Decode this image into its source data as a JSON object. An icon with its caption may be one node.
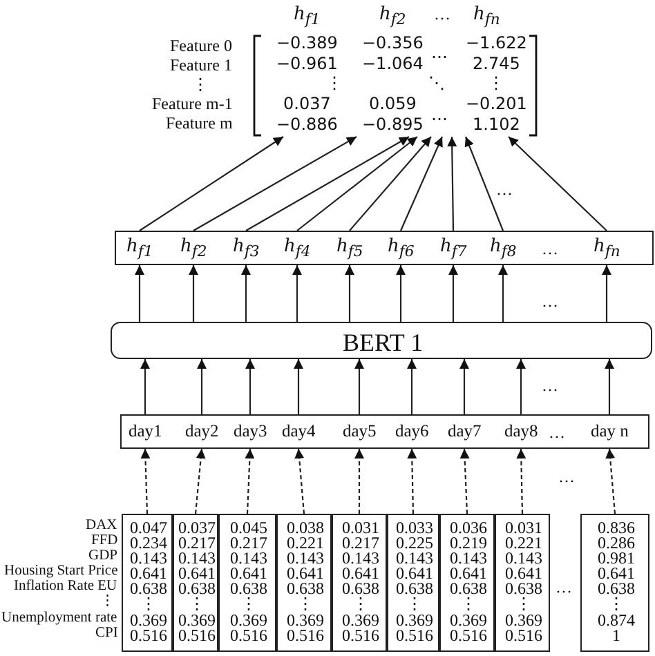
{
  "diagram": {
    "nodes": [
      {
        "text": [
          "−0.389",
          "−0.356",
          "…",
          "−1.622",
          "−0.961",
          "−1.064",
          "2.745",
          "⋮",
          "⋱",
          "⋮",
          "0.037",
          "0.059",
          "…",
          "−0.201",
          "−0.886",
          "−0.895",
          "1.102"
        ]
      },
      {
        "text": [
          "…"
        ]
      },
      {
        "text": [
          "h$_{f1}$"
        ],
        "in": 1
      },
      {
        "text": [
          "h$_{f2}$"
        ],
        "in": 1
      },
      {
        "text": [
          "h$_{f3}$"
        ],
        "in": 1
      },
      {
        "text": [
          "h$_{f4}$"
        ],
        "in": 1
      },
      {
        "text": [
          "h$_{f5}$"
        ],
        "in": 1
      },
      {
        "text": [
          "h$_{f6}$"
        ],
        "in": 1
      },
      {
        "text": [
          "h$_{f7}$"
        ],
        "in": 1
      },
      {
        "text": [
          "h$_{f8}$"
        ],
        "in": 1
      },
      {
        "text": [
          "h$_{fn}$"
        ],
        "in": 1
      },
      {
        "text": [
          "BERT 1"
        ]
      },
      {
        "text": [
          "…"
        ]
      },
      {
        "text": [
          "day1"
        ],
        "in": 12
      },
      {
        "text": [
          "day2"
        ],
        "in": 12
      },
      {
        "text": [
          "day3"
        ],
        "in": 12
      },
      {
        "text": [
          "day4"
        ],
        "in": 12
      },
      {
        "text": [
          "day5"
        ],
        "in": 12
      },
      {
        "text": [
          "day6"
        ],
        "in": 12
      },
      {
        "text": [
          "day7"
        ],
        "in": 12
      },
      {
        "text": [
          "day8"
        ],
        "in": 12
      },
      {
        "text": [
          "day n"
        ],
        "in": 12
      },
      {
        "text": [
          "0.047",
          "0.234",
          "0.143",
          "0.641",
          "0.638",
          "⋮",
          "0.369",
          "0.516"
        ]
      },
      {
        "text": [
          "0.037",
          "0.217",
          "0.143",
          "0.641",
          "0.638",
          "⋮",
          "0.369",
          "0.516"
        ]
      },
      {
        "text": [
          "0.045",
          "0.217",
          "0.143",
          "0.641",
          "0.638",
          "⋮",
          "0.369",
          "0.516"
        ]
      },
      {
        "text": [
          "0.038",
          "0.221",
          "0.143",
          "0.641",
          "0.638",
          "⋮",
          "0.369",
          "0.516"
        ]
      },
      {
        "text": [
          "0.031",
          "0.217",
          "0.143",
          "0.641",
          "0.638",
          "⋮",
          "0.369",
          "0.516"
        ]
      },
      {
        "text": [
          "0.033",
          "0.225",
          "0.143",
          "0.641",
          "0.638",
          "⋮",
          "0.369",
          "0.516"
        ]
      },
      {
        "text": [
          "0.036",
          "0.219",
          "0.143",
          "0.641",
          "0.638",
          "⋮",
          "0.369",
          "0.516"
        ]
      },
      {
        "text": [
          "0.031",
          "0.221",
          "0.143",
          "0.641",
          "0.638",
          "⋮",
          "0.369",
          "0.516"
        ]
      },
      {
        "text": [
          "0.836",
          "0.286",
          "0.981",
          "0.641",
          "0.638",
          "⋮",
          "0.874",
          "1"
        ]
      }
    ],
    "edges": [
      {
        "from": 2,
        "to": 0,
        "arrow": "to"
      },
      {
        "from": 3,
        "to": 0,
        "arrow": "to"
      },
      {
        "from": 4,
        "to": 0,
        "arrow": "to"
      },
      {
        "from": 5,
        "to": 0,
        "arrow": "to"
      },
      {
        "from": 6,
        "to": 0,
        "arrow": "to"
      },
      {
        "from": 7,
        "to": 0,
        "arrow": "to"
      },
      {
        "from": 8,
        "to": 0,
        "arrow": "to"
      },
      {
        "from": 9,
        "to": 0,
        "arrow": "to"
      },
      {
        "from": 10,
        "to": 0,
        "arrow": "to"
      },
      {
        "from": 11,
        "to": 2,
        "arrow": "to"
      },
      {
        "from": 11,
        "to": 3,
        "arrow": "to"
      },
      {
        "from": 11,
        "to": 4,
        "arrow": "to"
      },
      {
        "from": 11,
        "to": 5,
        "arrow": "to"
      },
      {
        "from": 11,
        "to": 6,
        "arrow": "to"
      },
      {
        "from": 11,
        "to": 7,
        "arrow": "to"
      },
      {
        "from": 11,
        "to": 8,
        "arrow": "to"
      },
      {
        "from": 11,
        "to": 9,
        "arrow": "to"
      },
      {
        "from": 11,
        "to": 10,
        "arrow": "to"
      },
      {
        "from": 13,
        "to": 11,
        "arrow": "to"
      },
      {
        "from": 14,
        "to": 11,
        "arrow": "to"
      },
      {
        "from": 15,
        "to": 11,
        "arrow": "to"
      },
      {
        "from": 16,
        "to": 11,
        "arrow": "to"
      },
      {
        "from": 17,
        "to": 11,
        "arrow": "to"
      },
      {
        "from": 18,
        "to": 11,
        "arrow": "to"
      },
      {
        "from": 19,
        "to": 11,
        "arrow": "to"
      },
      {
        "from": 20,
        "to": 11,
        "arrow": "to"
      },
      {
        "from": 21,
        "to": 11,
        "arrow": "to"
      },
      {
        "from": 22,
        "to": 13,
        "arrow": "to",
        "style": "dashed"
      },
      {
        "from": 23,
        "to": 14,
        "arrow": "to",
        "style": "dashed"
      },
      {
        "from": 24,
        "to": 15,
        "arrow": "to",
        "style": "dashed"
      },
      {
        "from": 25,
        "to": 16,
        "arrow": "to",
        "style": "dashed"
      },
      {
        "from": 26,
        "to": 17,
        "arrow": "to",
        "style": "dashed"
      },
      {
        "from": 27,
        "to": 18,
        "arrow": "to",
        "style": "dashed"
      },
      {
        "from": 28,
        "to": 19,
        "arrow": "to",
        "style": "dashed"
      },
      {
        "from": 29,
        "to": 20,
        "arrow": "to",
        "style": "dashed"
      },
      {
        "from": 30,
        "to": 21,
        "arrow": "to",
        "style": "dashed"
      }
    ],
    "labels": [
      "h$_{f1}$",
      "h$_{f2}$",
      "…",
      "h$_{fn}$",
      "Feature 0",
      "Feature 1",
      "⋮",
      "Feature m-1",
      "Feature m",
      "…",
      "…",
      "…",
      "…",
      "DAX",
      "FFD",
      "GDP",
      "Housing Start Price",
      "Inflation Rate EU",
      "⋮",
      "Unemployment rate",
      "CPI",
      "…"
    ]
  }
}
